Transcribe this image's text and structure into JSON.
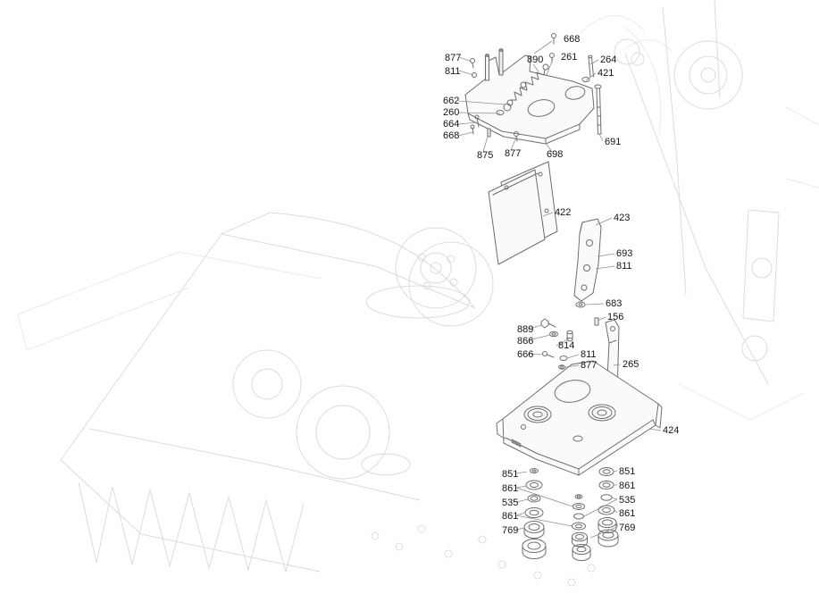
{
  "diagram": {
    "type": "exploded-parts-diagram",
    "description_visible_text_only": true
  },
  "colors": {
    "background": "#ffffff",
    "line": "#6e6e6e",
    "ghost": "#dcdcdc",
    "leader": "#8f8f8f",
    "label": "#141414",
    "fill": "#fafafa"
  },
  "callouts": [
    {
      "text": "668"
    },
    {
      "text": "877"
    },
    {
      "text": "811"
    },
    {
      "text": "890"
    },
    {
      "text": "261"
    },
    {
      "text": "264"
    },
    {
      "text": "421"
    },
    {
      "text": "662"
    },
    {
      "text": "260"
    },
    {
      "text": "664"
    },
    {
      "text": "668"
    },
    {
      "text": "875"
    },
    {
      "text": "877"
    },
    {
      "text": "698"
    },
    {
      "text": "691"
    },
    {
      "text": "422"
    },
    {
      "text": "423"
    },
    {
      "text": "693"
    },
    {
      "text": "811"
    },
    {
      "text": "683"
    },
    {
      "text": "156"
    },
    {
      "text": "889"
    },
    {
      "text": "866"
    },
    {
      "text": "814"
    },
    {
      "text": "666"
    },
    {
      "text": "811"
    },
    {
      "text": "877"
    },
    {
      "text": "265"
    },
    {
      "text": "424"
    },
    {
      "text": "851"
    },
    {
      "text": "861"
    },
    {
      "text": "535"
    },
    {
      "text": "861"
    },
    {
      "text": "769"
    },
    {
      "text": "851"
    },
    {
      "text": "861"
    },
    {
      "text": "535"
    },
    {
      "text": "861"
    },
    {
      "text": "769"
    }
  ]
}
